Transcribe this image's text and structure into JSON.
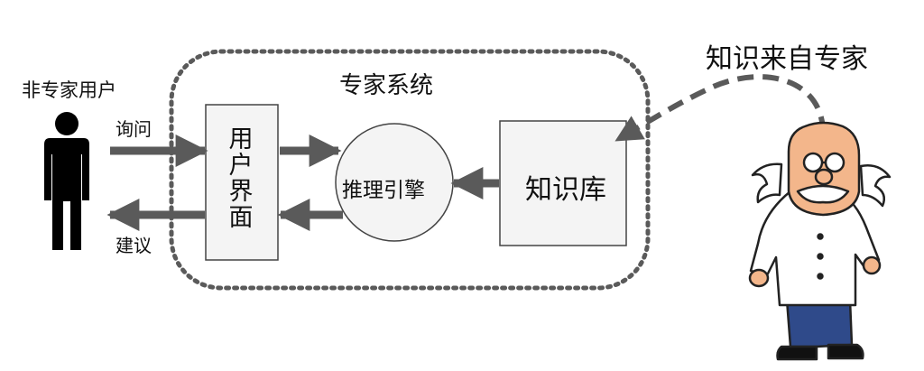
{
  "labels": {
    "non_expert_user": "非专家用户",
    "expert_system": "专家系统",
    "knowledge_from_experts": "知识来自专家",
    "query": "询问",
    "advice": "建议",
    "user_interface": "用户界面",
    "inference_engine": "推理引擎",
    "knowledge_base": "知识库"
  },
  "colors": {
    "arrow": "#5a5a5a",
    "dotted_border": "#5a5a5a",
    "box_fill": "#f4f4f4",
    "person": "#000000",
    "expert_skin": "#f3b68b",
    "expert_coat": "#ffffff",
    "expert_trousers": "#2f4a8a"
  }
}
